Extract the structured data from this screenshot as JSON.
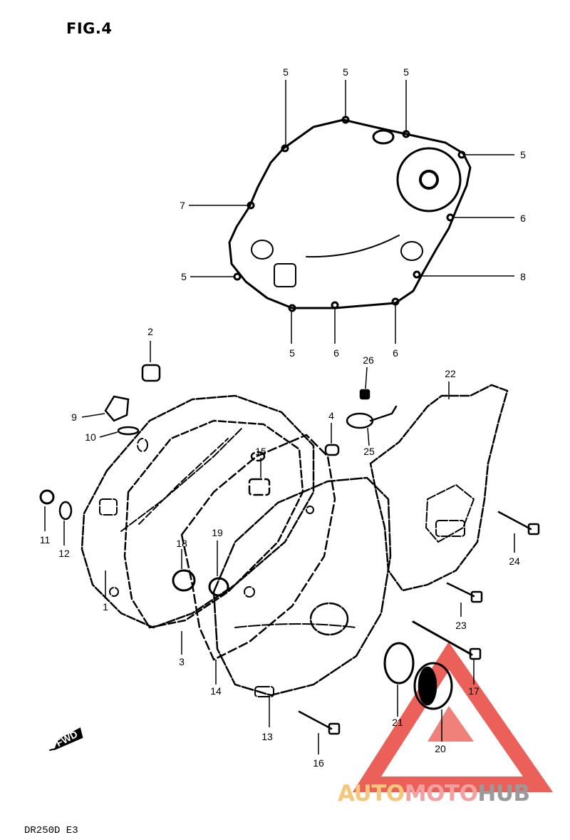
{
  "figure": {
    "title": "FIG.4",
    "model": "DR250D E3",
    "fwd_label": "FWD"
  },
  "watermark": {
    "part1": "AUTO",
    "part2": "MOTO",
    "part3": "HUB",
    "colors": {
      "auto": "#f5c77a",
      "moto": "#f2a0a0",
      "hub": "#9a9a9a",
      "triangle": "#e8453c"
    }
  },
  "callouts": {
    "c5a": "5",
    "c5b": "5",
    "c5c": "5",
    "c5d": "5",
    "c5e": "5",
    "c5f": "5",
    "c7": "7",
    "c6a": "6",
    "c8": "8",
    "c6b": "6",
    "c6c": "6",
    "c2": "2",
    "c26": "26",
    "c22": "22",
    "c9": "9",
    "c10": "10",
    "c4": "4",
    "c15": "15",
    "c25": "25",
    "c11": "11",
    "c12": "12",
    "c19": "19",
    "c18": "18",
    "c24": "24",
    "c1": "1",
    "c23": "23",
    "c3": "3",
    "c14": "14",
    "c17": "17",
    "c21": "21",
    "c13": "13",
    "c16": "16",
    "c20": "20"
  }
}
